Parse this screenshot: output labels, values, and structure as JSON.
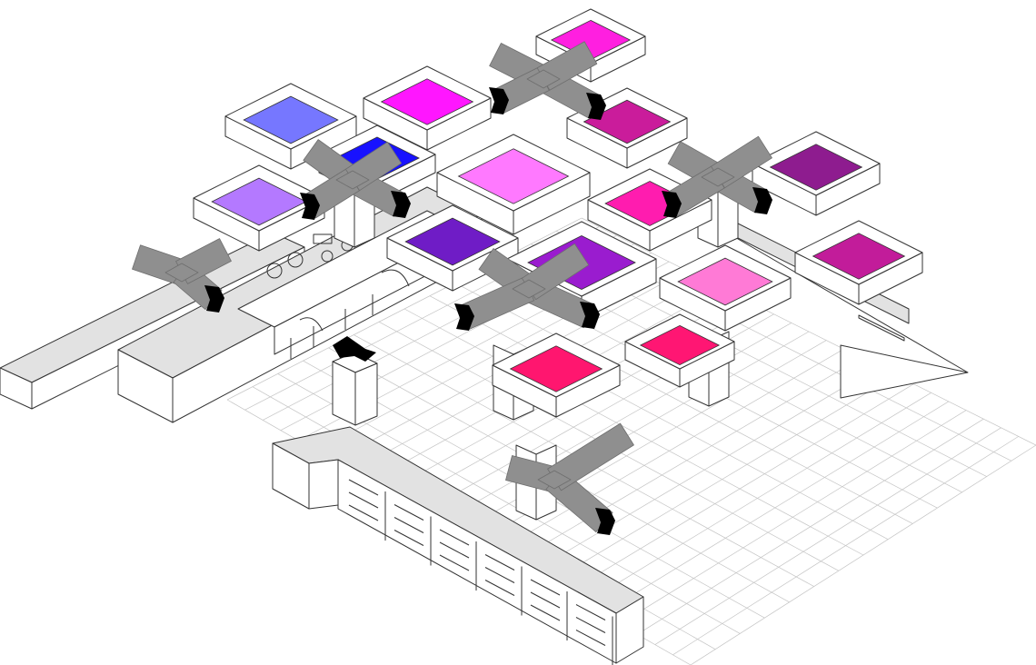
{
  "figure": {
    "description_free": true
  },
  "colors": {
    "line": "#333333",
    "counter_top": "#e2e2e2",
    "duct": "#8f8f8f",
    "duct_cap": "#000000",
    "floor_grid": "#c4c4c4"
  },
  "skylights": [
    {
      "fill": "#7677ff"
    },
    {
      "fill": "#ff16ff"
    },
    {
      "fill": "#ff1fe0"
    },
    {
      "fill": "#b479ff"
    },
    {
      "fill": "#1812ff"
    },
    {
      "fill": "#ff79ff"
    },
    {
      "fill": "#ca1c9b"
    },
    {
      "fill": "#8e1c8f"
    },
    {
      "fill": "#6f1cc6"
    },
    {
      "fill": "#ff1caf"
    },
    {
      "fill": "#9a1ccf"
    },
    {
      "fill": "#ff7ad6"
    },
    {
      "fill": "#c21c9a"
    },
    {
      "fill": "#ff166f"
    },
    {
      "fill": "#ff1673"
    }
  ],
  "ducts": [
    {
      "kind": "cross"
    },
    {
      "kind": "cross"
    },
    {
      "kind": "cross"
    },
    {
      "kind": "cross"
    },
    {
      "kind": "tee"
    },
    {
      "kind": "elbow"
    }
  ]
}
